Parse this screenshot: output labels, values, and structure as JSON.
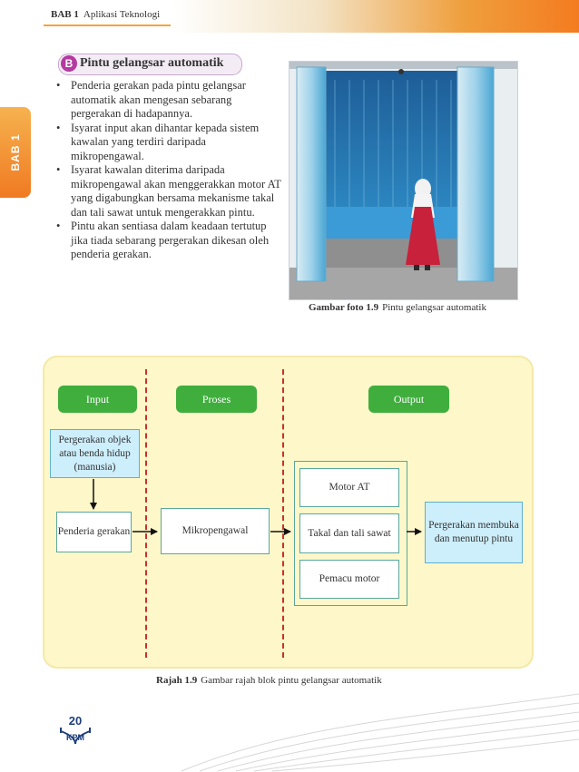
{
  "header": {
    "chapter": "BAB 1",
    "chapter_title": "Aplikasi Teknologi"
  },
  "side_tab": {
    "label": "BAB 1"
  },
  "section": {
    "badge": "B",
    "title": "Pintu gelangsar automatik"
  },
  "bullets": [
    "Penderia gerakan pada pintu gelangsar automatik akan mengesan sebarang pergerakan di hadapannya.",
    "Isyarat input akan dihantar kepada sistem kawalan yang terdiri daripada mikropengawal.",
    "Isyarat kawalan diterima daripada mikropengawal akan menggerakkan motor AT yang digabungkan bersama mekanisme takal dan tali sawat untuk mengerakkan pintu.",
    "Pintu akan sentiasa dalam keadaan tertutup jika tiada sebarang pergerakan dikesan oleh penderia gerakan."
  ],
  "photo": {
    "caption_label": "Gambar foto 1.9",
    "caption_text": "Pintu gelangsar automatik"
  },
  "diagram": {
    "headers": {
      "input": "Input",
      "process": "Proses",
      "output": "Output"
    },
    "object_box": "Pergerakan objek atau benda hidup (manusia)",
    "sensor_box": "Penderia gerakan",
    "controller_box": "Mikropengawal",
    "actuators": [
      "Motor AT",
      "Takal dan tali sawat",
      "Pemacu motor"
    ],
    "result_box": "Pergerakan membuka dan menutup pintu",
    "caption_label": "Rajah 1.9",
    "caption_text": "Gambar rajah blok pintu gelangsar automatik"
  },
  "footer": {
    "page_number": "20",
    "publisher": "KPM"
  },
  "colors": {
    "accent_orange": "#f47b20",
    "badge_purple": "#b43aa0",
    "pill_green": "#3fae3d",
    "divider_red": "#c9302c",
    "diagram_bg": "#fdf7c9"
  }
}
